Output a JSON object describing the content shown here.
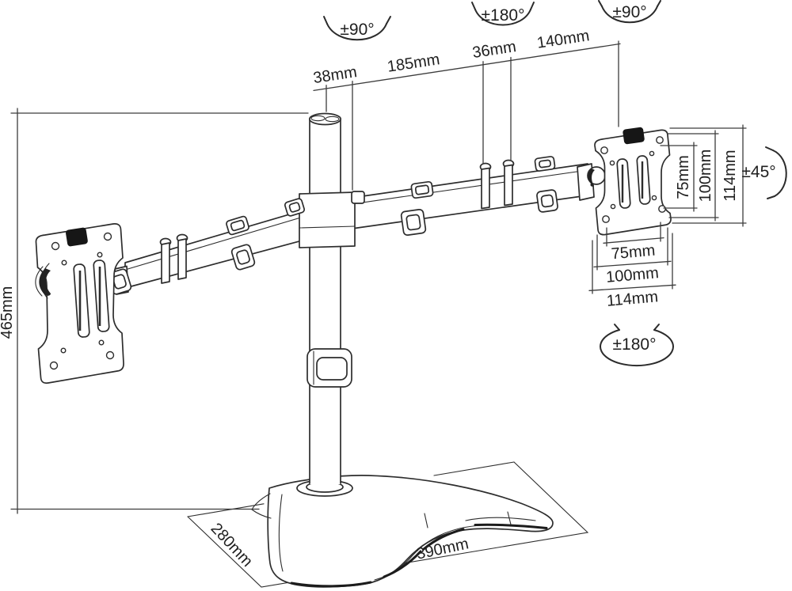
{
  "meta": {
    "type": "technical dimension diagram",
    "subject": "dual monitor articulating desk stand"
  },
  "colors": {
    "background": "#ffffff",
    "line": "#2d2d2d",
    "dimension_line": "#3c3c3c",
    "text": "#1f1f1f",
    "knob": "#161616"
  },
  "rotations": {
    "pole_swivel": "±90°",
    "arm_swivel": "±180°",
    "head_swivel": "±90°",
    "tilt": "±45°",
    "screen_rotation": "±180°"
  },
  "top_dimensions": {
    "pole_diameter": "38mm",
    "pole_to_elbow": "185mm",
    "elbow_width": "36mm",
    "elbow_to_head": "140mm"
  },
  "height": "465mm",
  "vesa": {
    "vertical": [
      "75mm",
      "100mm",
      "114mm"
    ],
    "horizontal": [
      "75mm",
      "100mm",
      "114mm"
    ]
  },
  "base": {
    "depth": "280mm",
    "width": "390mm"
  }
}
